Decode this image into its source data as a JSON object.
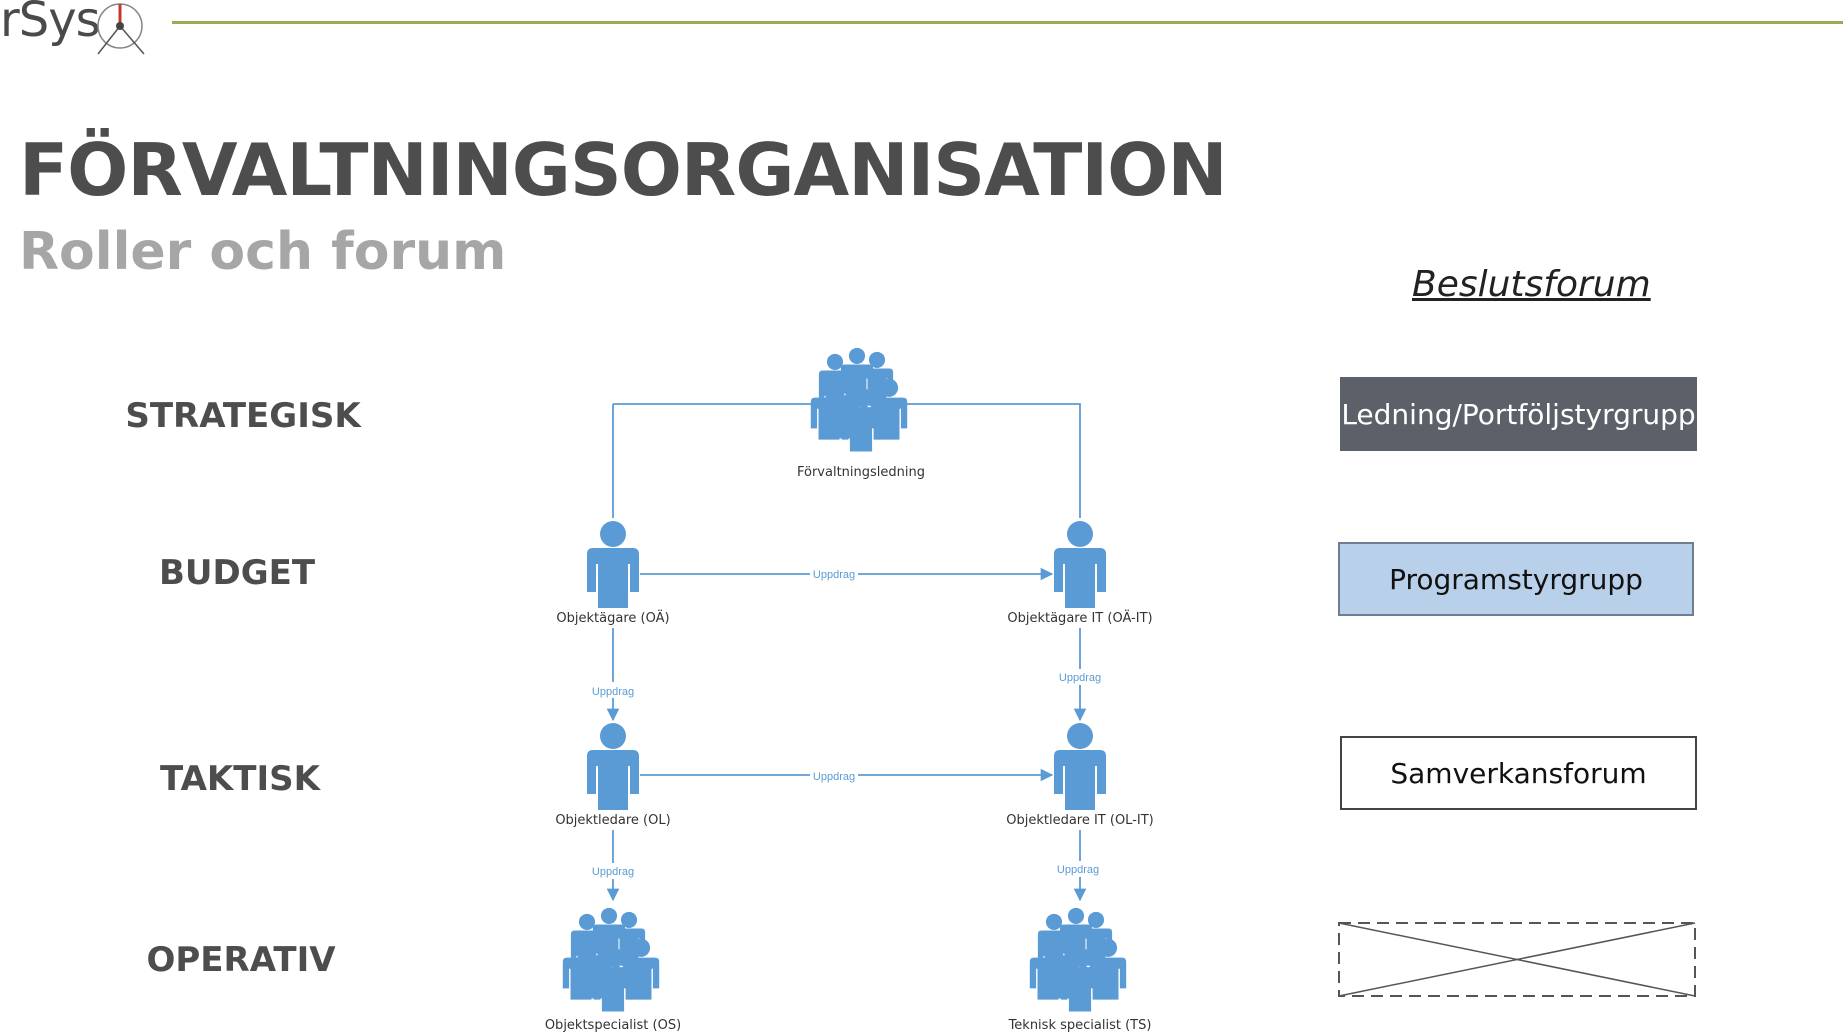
{
  "header": {
    "logo_text": "rSys",
    "title": "FÖRVALTNINGSORGANISATION",
    "subtitle": "Roller och forum"
  },
  "forum_heading": "Beslutsforum",
  "levels": {
    "strategisk": "STRATEGISK",
    "budget": "BUDGET",
    "taktisk": "TAKTISK",
    "operativ": "OPERATIV"
  },
  "roles": {
    "forvaltningsledning": "Förvaltningsledning",
    "objektagare": "Objektägare (OÄ)",
    "objektagare_it": "Objektägare IT (OÄ-IT)",
    "objektledare": "Objektledare (OL)",
    "objektledare_it": "Objektledare IT (OL-IT)",
    "objektspecialist": "Objektspecialist (OS)",
    "teknisk_specialist": "Teknisk specialist (TS)"
  },
  "connector_label": "Uppdrag",
  "forums": {
    "ledning": "Ledning/Portföljstyrgrupp",
    "programstyrgrupp": "Programstyrgrupp",
    "samverkansforum": "Samverkansforum"
  },
  "colors": {
    "accent_line": "#9bab55",
    "person_icon": "#5b9bd5",
    "connector": "#5b9bd5",
    "ledning_box": "#5b6069",
    "programstyrgrupp_box": "#b9d0ea"
  }
}
